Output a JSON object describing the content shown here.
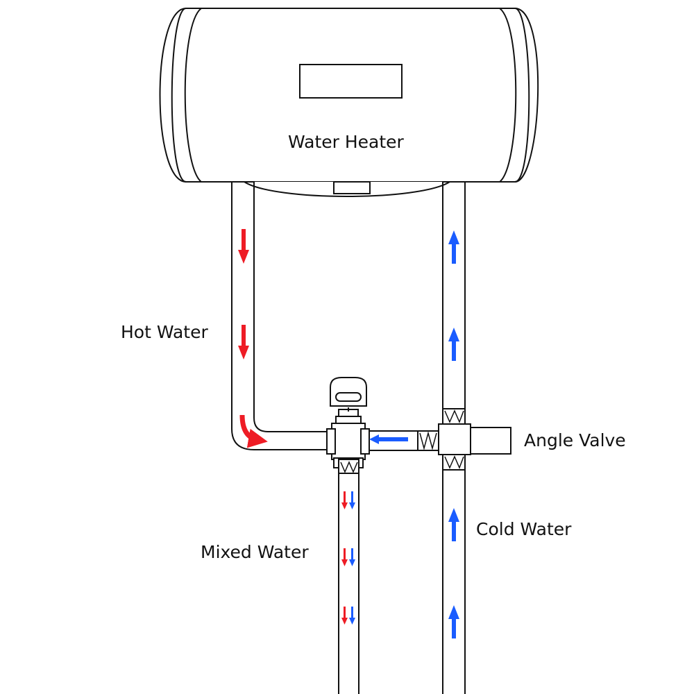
{
  "labels": {
    "water_heater": "Water Heater",
    "hot_water": "Hot Water",
    "angle_valve": "Angle Valve",
    "cold_water": "Cold Water",
    "mixed_water": "Mixed Water"
  },
  "colors": {
    "hot": "#ee1c25",
    "cold": "#1a5cff",
    "outline": "#111111"
  },
  "icons": {
    "hot_flow": "arrow-down-icon",
    "cold_flow": "arrow-up-icon",
    "valve_flow": "arrow-left-icon",
    "mixed_flow": "arrow-pair-down-icon"
  }
}
